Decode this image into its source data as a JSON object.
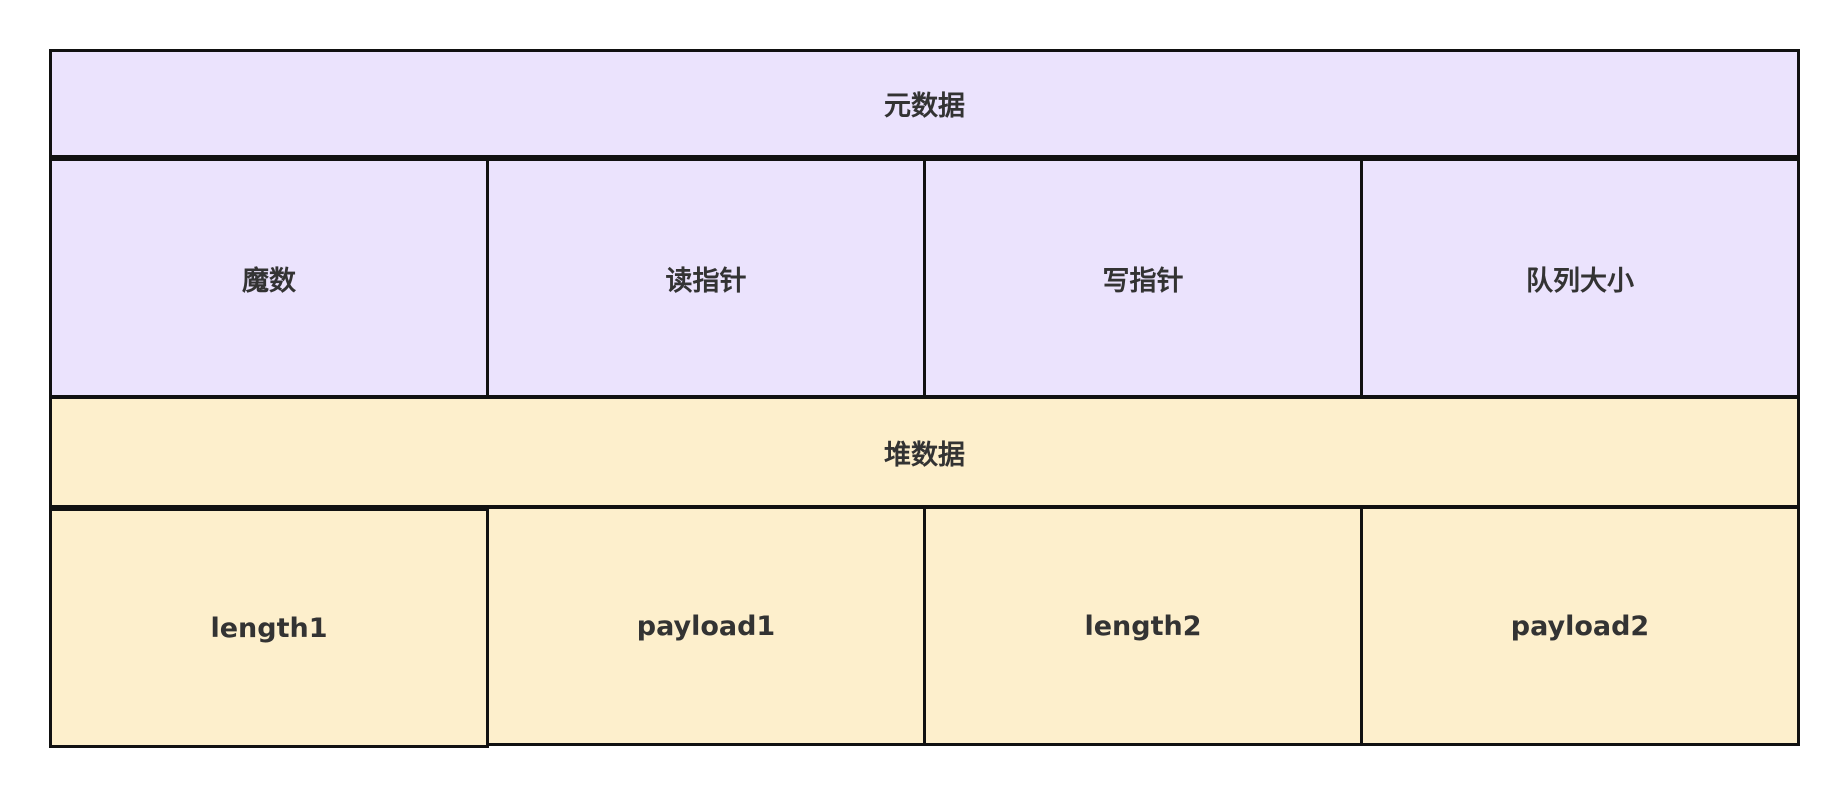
{
  "colors": {
    "metadata_fill": "#ebe3fd",
    "heap_fill": "#fdefcc",
    "border": "#111111",
    "text": "#333333"
  },
  "metadata": {
    "title": "元数据",
    "fields": [
      "魔数",
      "读指针",
      "写指针",
      "队列大小"
    ]
  },
  "heap": {
    "title": "堆数据",
    "fields": [
      "length1",
      "payload1",
      "length2",
      "payload2"
    ]
  }
}
